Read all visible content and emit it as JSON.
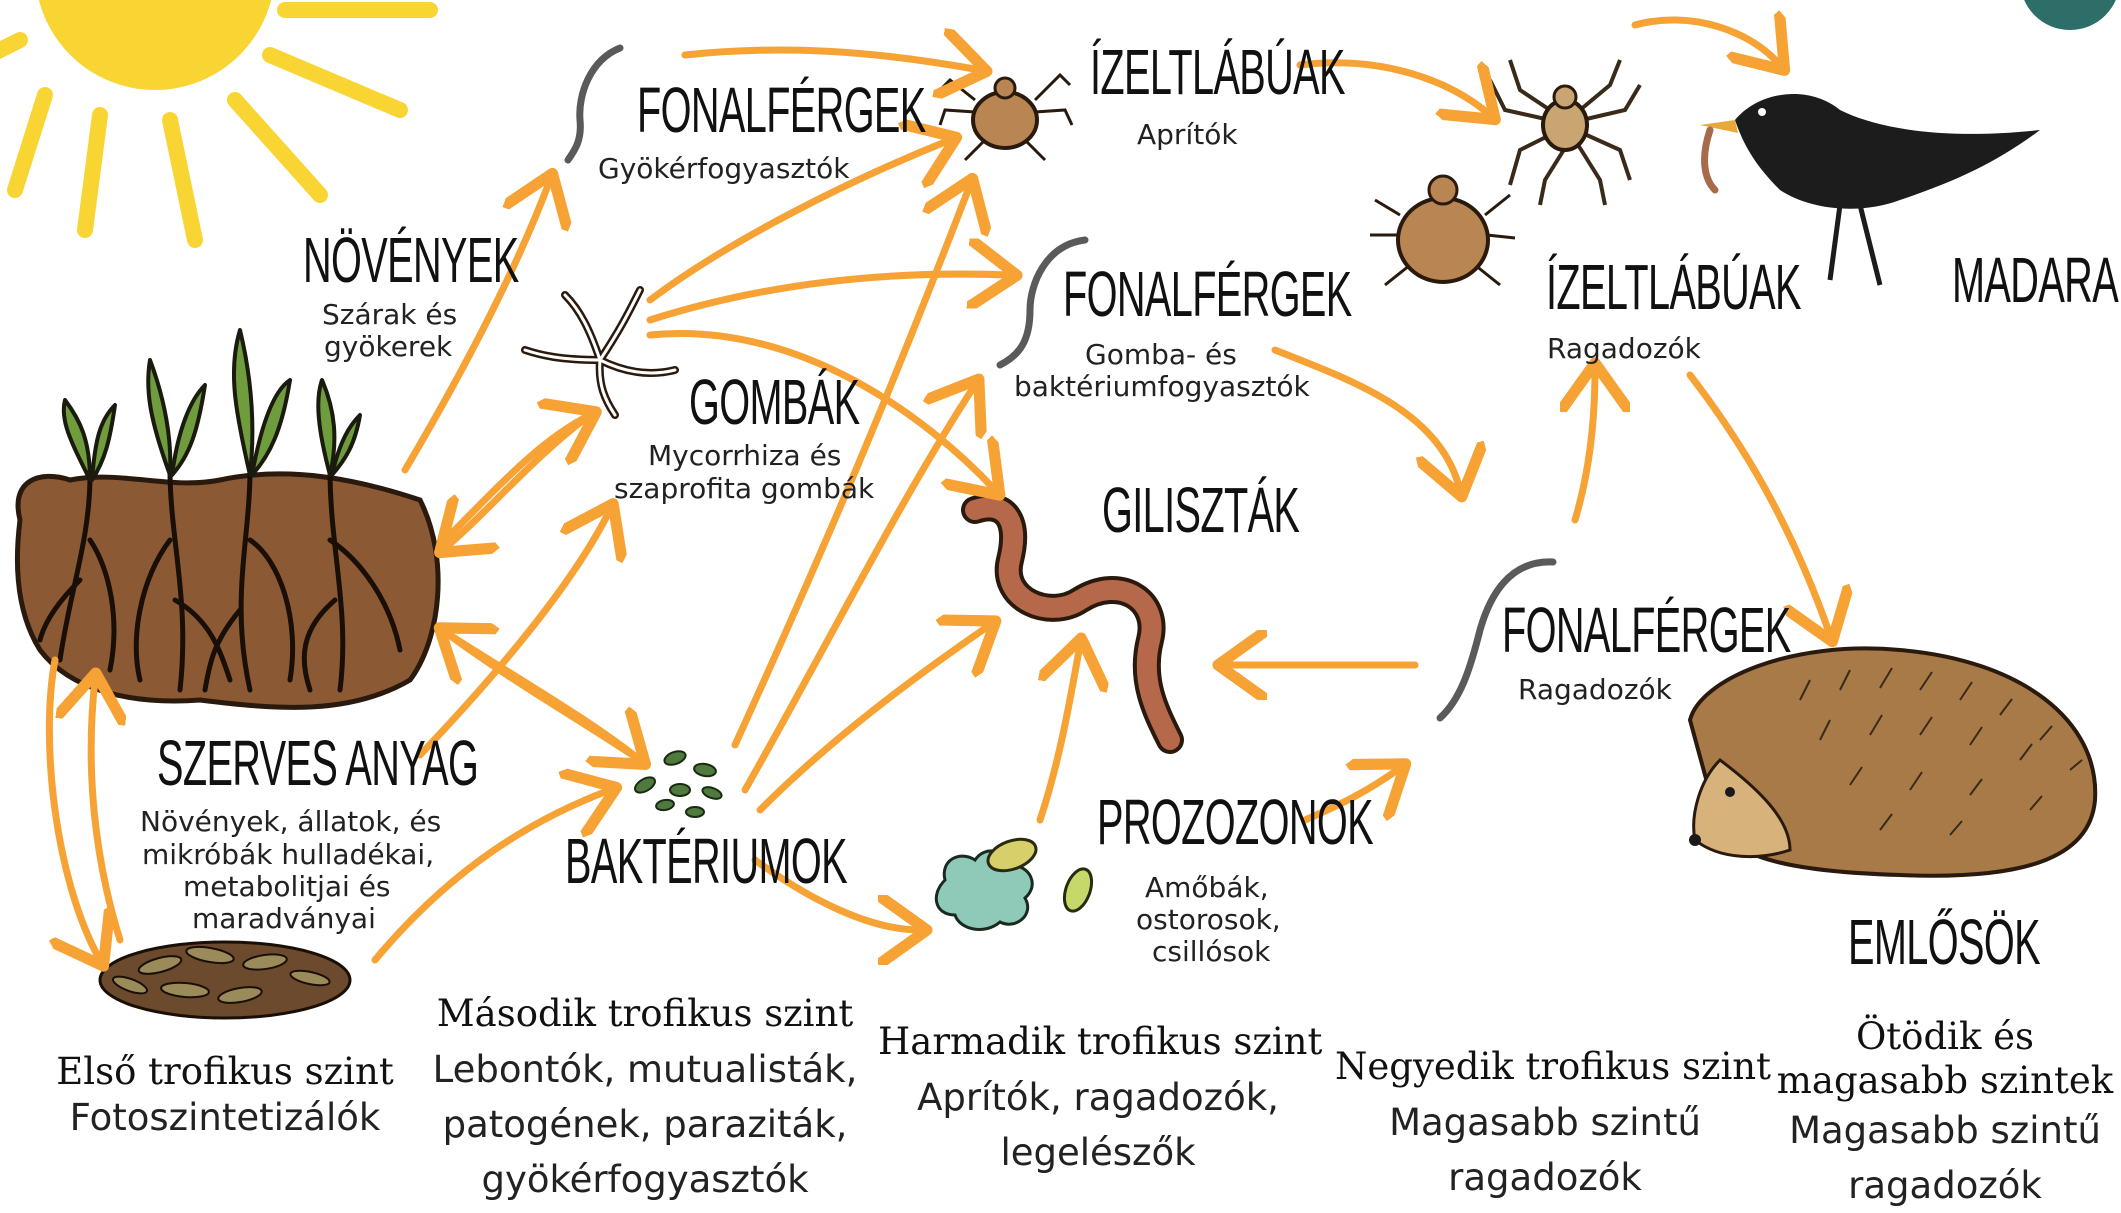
{
  "nodes": {
    "plants": {
      "title": "NÖVÉNYEK",
      "sub": [
        "Szárak és",
        "gyökerek"
      ]
    },
    "nematodes_root": {
      "title": "FONALFÉRGEK",
      "sub": [
        "Gyökérfogyasztók"
      ]
    },
    "arthropods_shredders": {
      "title": "ÍZELTLÁBÚAK",
      "sub": [
        "Aprítók"
      ]
    },
    "fungi": {
      "title": "GOMBÁK",
      "sub": [
        "Mycorrhiza és",
        "szaprofita gombák"
      ]
    },
    "nematodes_fungal": {
      "title": "FONALFÉRGEK",
      "sub": [
        "Gomba- és",
        "baktériumfogyasztók"
      ]
    },
    "earthworms": {
      "title": "GILISZTÁK"
    },
    "organic_matter": {
      "title": "SZERVES ANYAG",
      "sub": [
        "Növények, állatok, és",
        "mikróbák hulladékai,",
        "metabolitjai és",
        "maradványai"
      ]
    },
    "bacteria": {
      "title": "BAKTÉRIUMOK"
    },
    "protozoa": {
      "title": "PROZOZONOK",
      "sub": [
        "Amőbák,",
        "ostorosok,",
        "csillósok"
      ]
    },
    "arthropods_predators": {
      "title": "ÍZELTLÁBÚAK",
      "sub": [
        "Ragadozók"
      ]
    },
    "nematodes_predators": {
      "title": "FONALFÉRGEK",
      "sub": [
        "Ragadozók"
      ]
    },
    "birds": {
      "title": "MADARAK"
    },
    "mammals": {
      "title": "EMLŐSÖK"
    }
  },
  "levels": [
    {
      "title": [
        "Első trofikus szint"
      ],
      "desc": [
        "Fotoszintetizálók"
      ]
    },
    {
      "title": [
        "Második trofikus szint"
      ],
      "desc": [
        "Lebontók, mutualisták,",
        "patogének, paraziták,",
        "gyökérfogyasztók"
      ]
    },
    {
      "title": [
        "Harmadik trofikus szint"
      ],
      "desc": [
        "Aprítók, ragadozók,",
        "legelészők"
      ]
    },
    {
      "title": [
        "Negyedik trofikus szint"
      ],
      "desc": [
        "Magasabb szintű",
        "ragadozók"
      ]
    },
    {
      "title": [
        "Ötödik és",
        "magasabb szintek"
      ],
      "desc": [
        "Magasabb szintű",
        "ragadozók"
      ]
    }
  ],
  "colors": {
    "arrow": "#F7A234",
    "sun": "#F9D533",
    "soil": "#8B5A34",
    "worm": "#B5684A",
    "bird": "#1C1C1C",
    "hedgehog": "#A87A48",
    "badge": "#2E6E68"
  },
  "icons": [
    "sun-icon",
    "soil-plants-icon",
    "nematode-icon",
    "mite-icon",
    "fungi-hyphae-icon",
    "earthworm-icon",
    "bacteria-icon",
    "protozoa-icon",
    "spider-icon",
    "blackbird-icon",
    "hedgehog-icon",
    "leaf-litter-icon"
  ]
}
